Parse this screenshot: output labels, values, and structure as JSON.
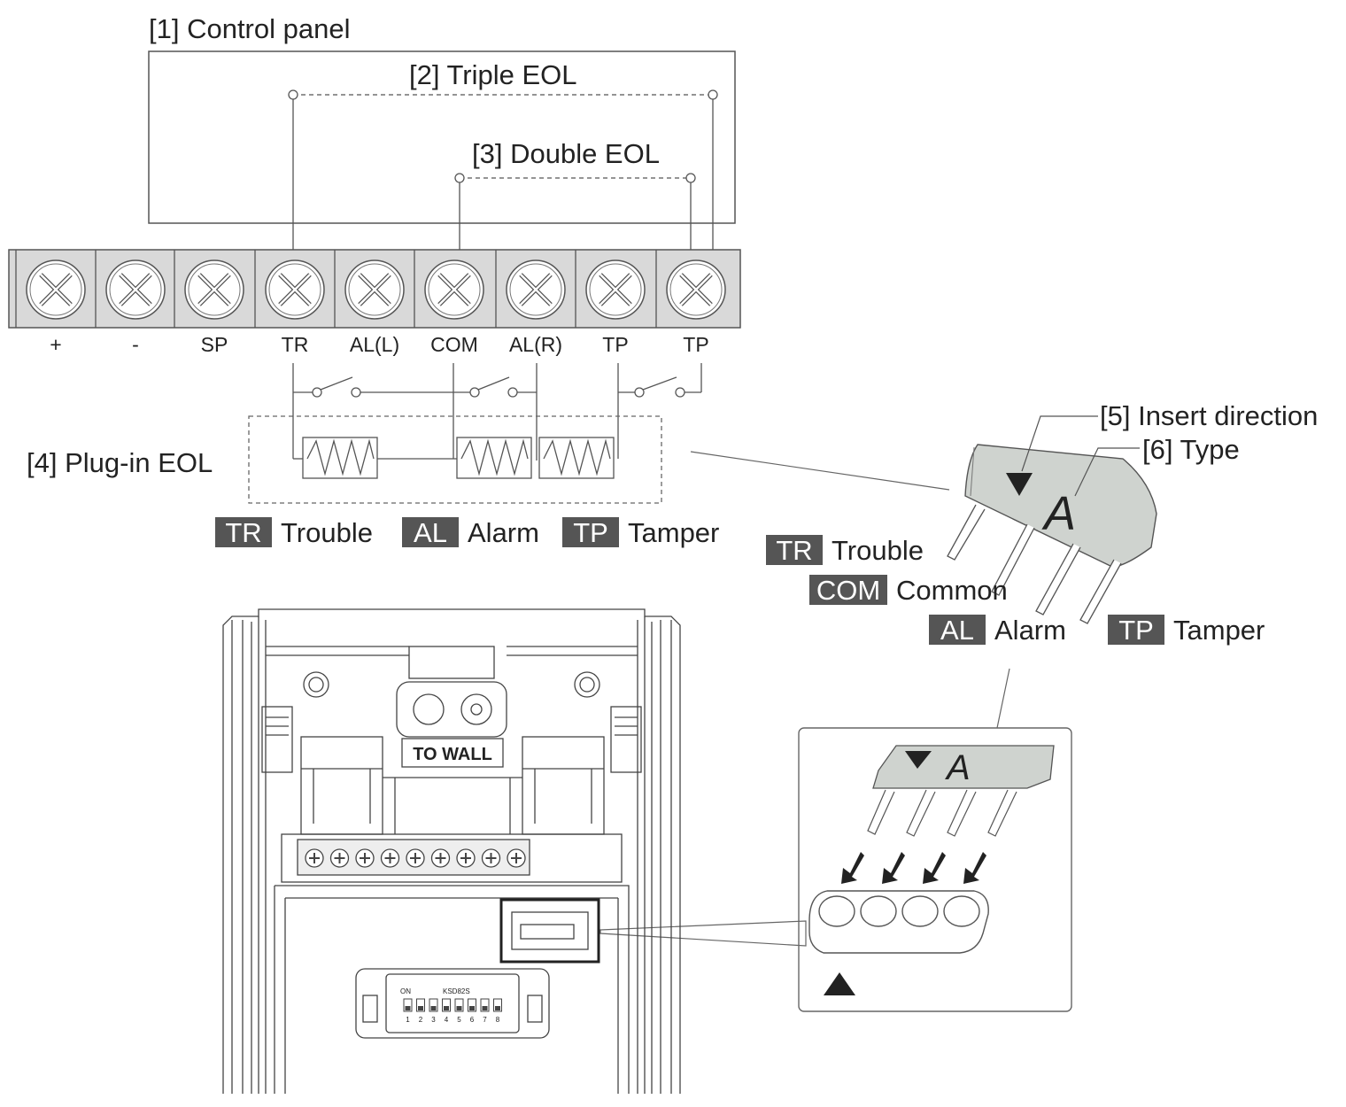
{
  "labels": {
    "control_panel": "[1] Control panel",
    "triple_eol": "[2] Triple EOL",
    "double_eol": "[3] Double EOL",
    "plugin_eol": "[4] Plug-in EOL",
    "insert_direction": "[5] Insert direction",
    "type": "[6] Type"
  },
  "terminals": [
    "+",
    "-",
    "SP",
    "TR",
    "AL(L)",
    "COM",
    "AL(R)",
    "TP",
    "TP"
  ],
  "legend_main": [
    {
      "tag": "TR",
      "text": "Trouble"
    },
    {
      "tag": "AL",
      "text": "Alarm"
    },
    {
      "tag": "TP",
      "text": "Tamper"
    }
  ],
  "legend_module": [
    {
      "tag": "TR",
      "text": "Trouble"
    },
    {
      "tag": "COM",
      "text": "Common"
    },
    {
      "tag": "AL",
      "text": "Alarm"
    },
    {
      "tag": "TP",
      "text": "Tamper"
    }
  ],
  "module_type_letter": "A",
  "device": {
    "wall_label": "TO WALL",
    "dip_on": "ON",
    "dip_model": "KSD82S",
    "dip_numbers": [
      "1",
      "2",
      "3",
      "4",
      "5",
      "6",
      "7",
      "8"
    ]
  },
  "colors": {
    "line": "#444444",
    "terminal_strip": "#d9d9d9",
    "module_fill": "#cfd3cf",
    "tag_fill": "#555555"
  }
}
